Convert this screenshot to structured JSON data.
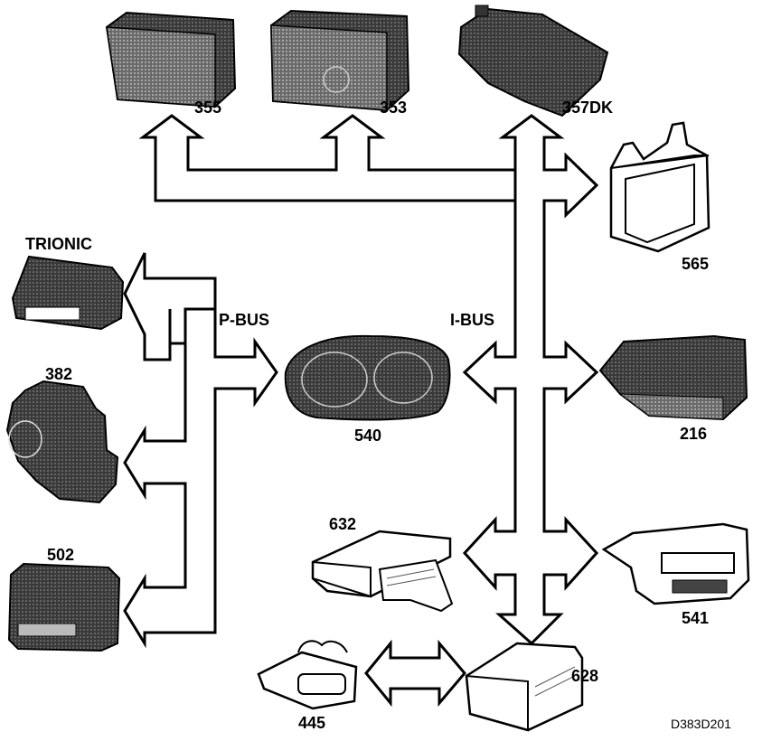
{
  "labels": {
    "trionic": "TRIONIC",
    "p_bus": "P-BUS",
    "i_bus": "I-BUS",
    "figure_ref": "D383D201"
  },
  "modules": {
    "m355": "355",
    "m353": "353",
    "m357dk": "357DK",
    "m565": "565",
    "m382": "382",
    "m502": "502",
    "m540": "540",
    "m216": "216",
    "m632": "632",
    "m541": "541",
    "m628": "628",
    "m445": "445"
  }
}
